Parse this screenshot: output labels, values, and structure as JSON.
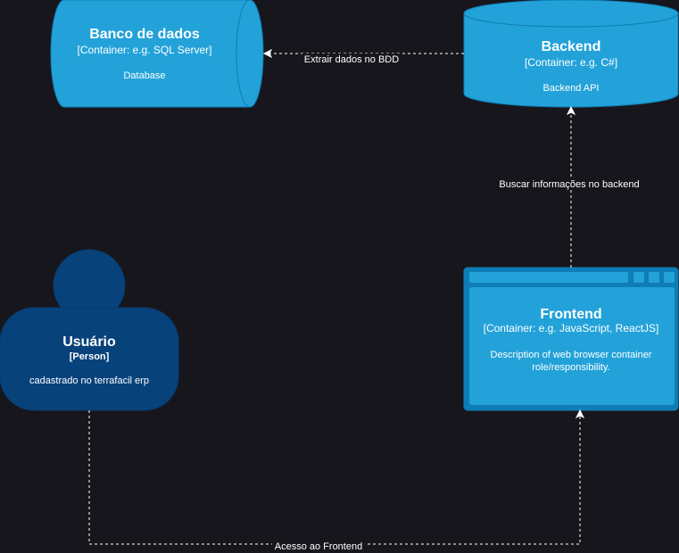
{
  "nodes": {
    "database": {
      "title": "Banco de dados",
      "type": "[Container: e.g. SQL Server]",
      "description": "Database",
      "color": "#23a2d9"
    },
    "backend": {
      "title": "Backend",
      "type": "[Container: e.g. C#]",
      "description": "Backend API",
      "color": "#23a2d9"
    },
    "person": {
      "title": "Usuário",
      "type": "[Person]",
      "description": "cadastrado no terrafacil erp",
      "color": "#08427b"
    },
    "frontend": {
      "title": "Frontend",
      "type": "[Container: e.g. JavaScript, ReactJS]",
      "description_line1": "Description of web browser container",
      "description_line2": "role/responsibility.",
      "color": "#23a2d9"
    }
  },
  "edges": {
    "backend_to_database": "Extrair dados no BDD",
    "frontend_to_backend": "Buscar informações no backend",
    "person_to_frontend": "Acesso ao Frontend"
  }
}
